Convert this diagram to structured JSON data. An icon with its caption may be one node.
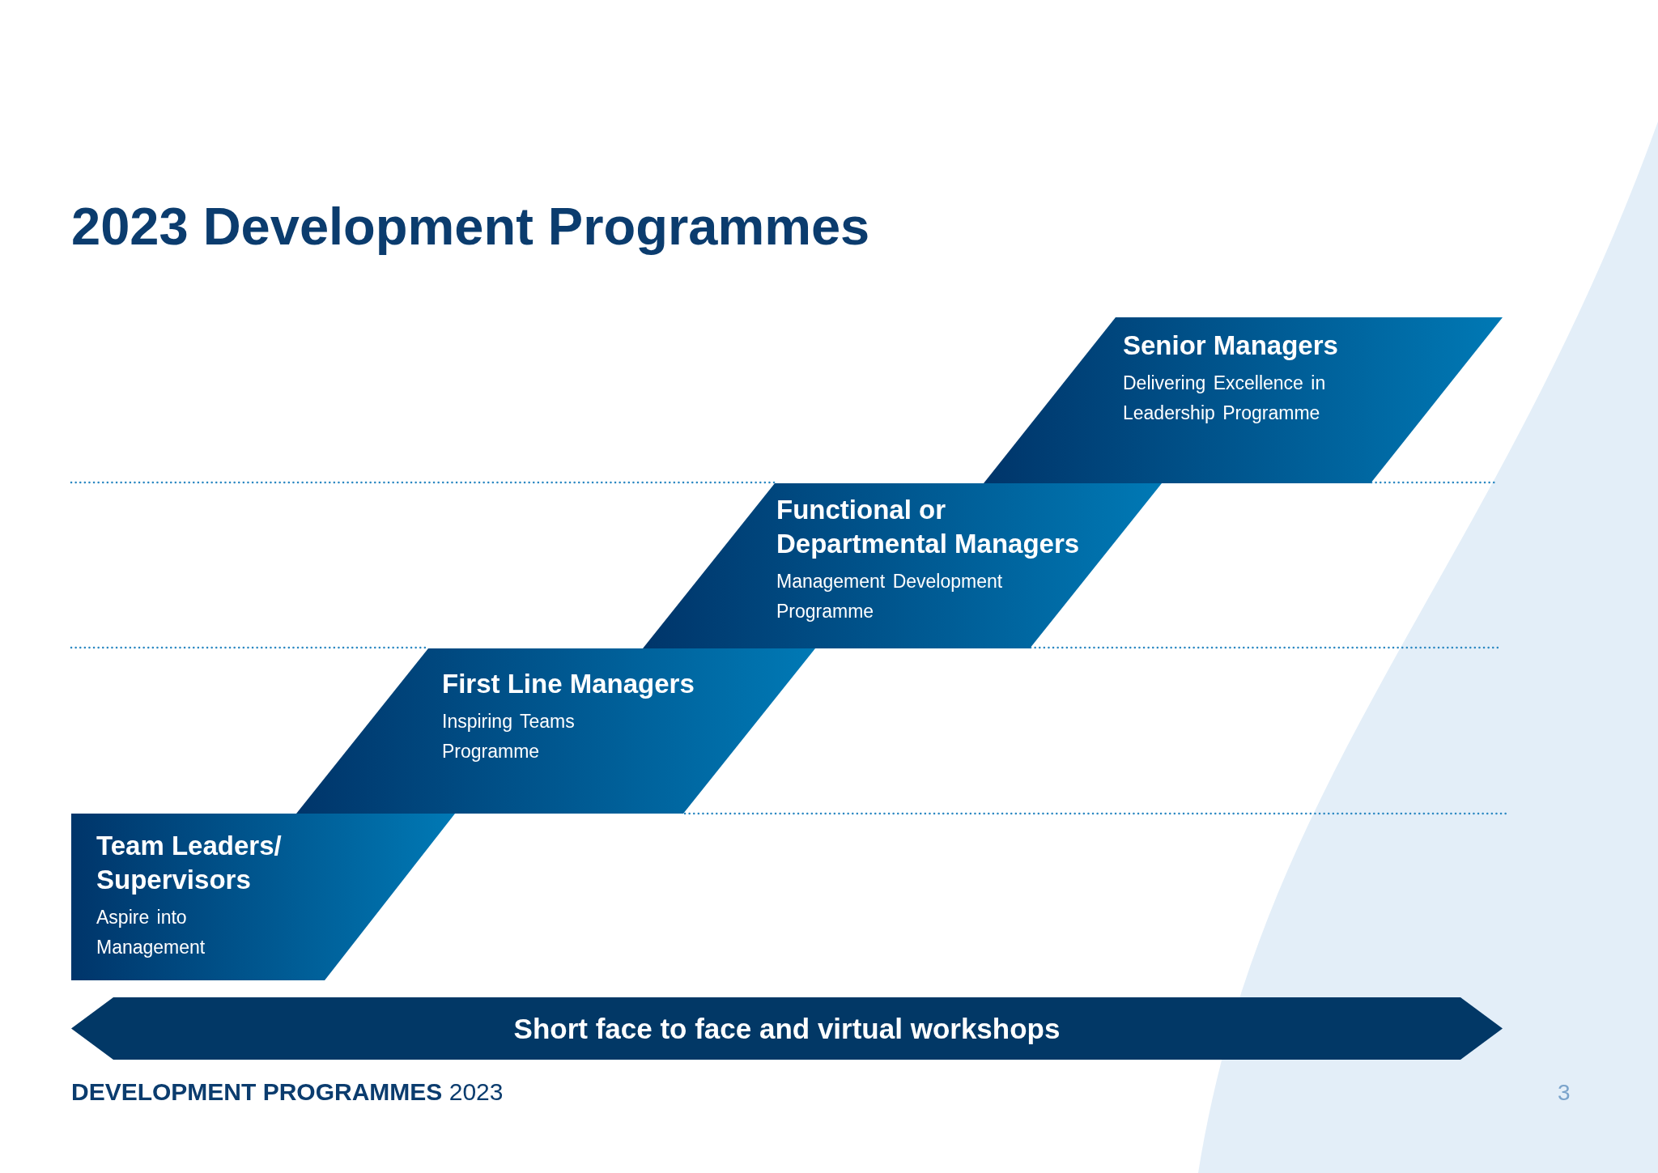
{
  "diagram": {
    "title": "2023 Development Programmes",
    "nodes": [
      {
        "text": [
          "Senior Managers",
          "Delivering Excellence in Leadership Programme"
        ]
      },
      {
        "text": [
          "Functional or Departmental Managers",
          "Management Development Programme"
        ]
      },
      {
        "text": [
          "First Line Managers",
          "Inspiring Teams Programme"
        ]
      },
      {
        "text": [
          "Team Leaders/ Supervisors",
          "Aspire into Management"
        ]
      },
      {
        "text": [
          "Short face to face and virtual workshops"
        ]
      }
    ],
    "labels": [
      "**DEVELOPMENT PROGRAMMES** 2023",
      "3"
    ]
  }
}
